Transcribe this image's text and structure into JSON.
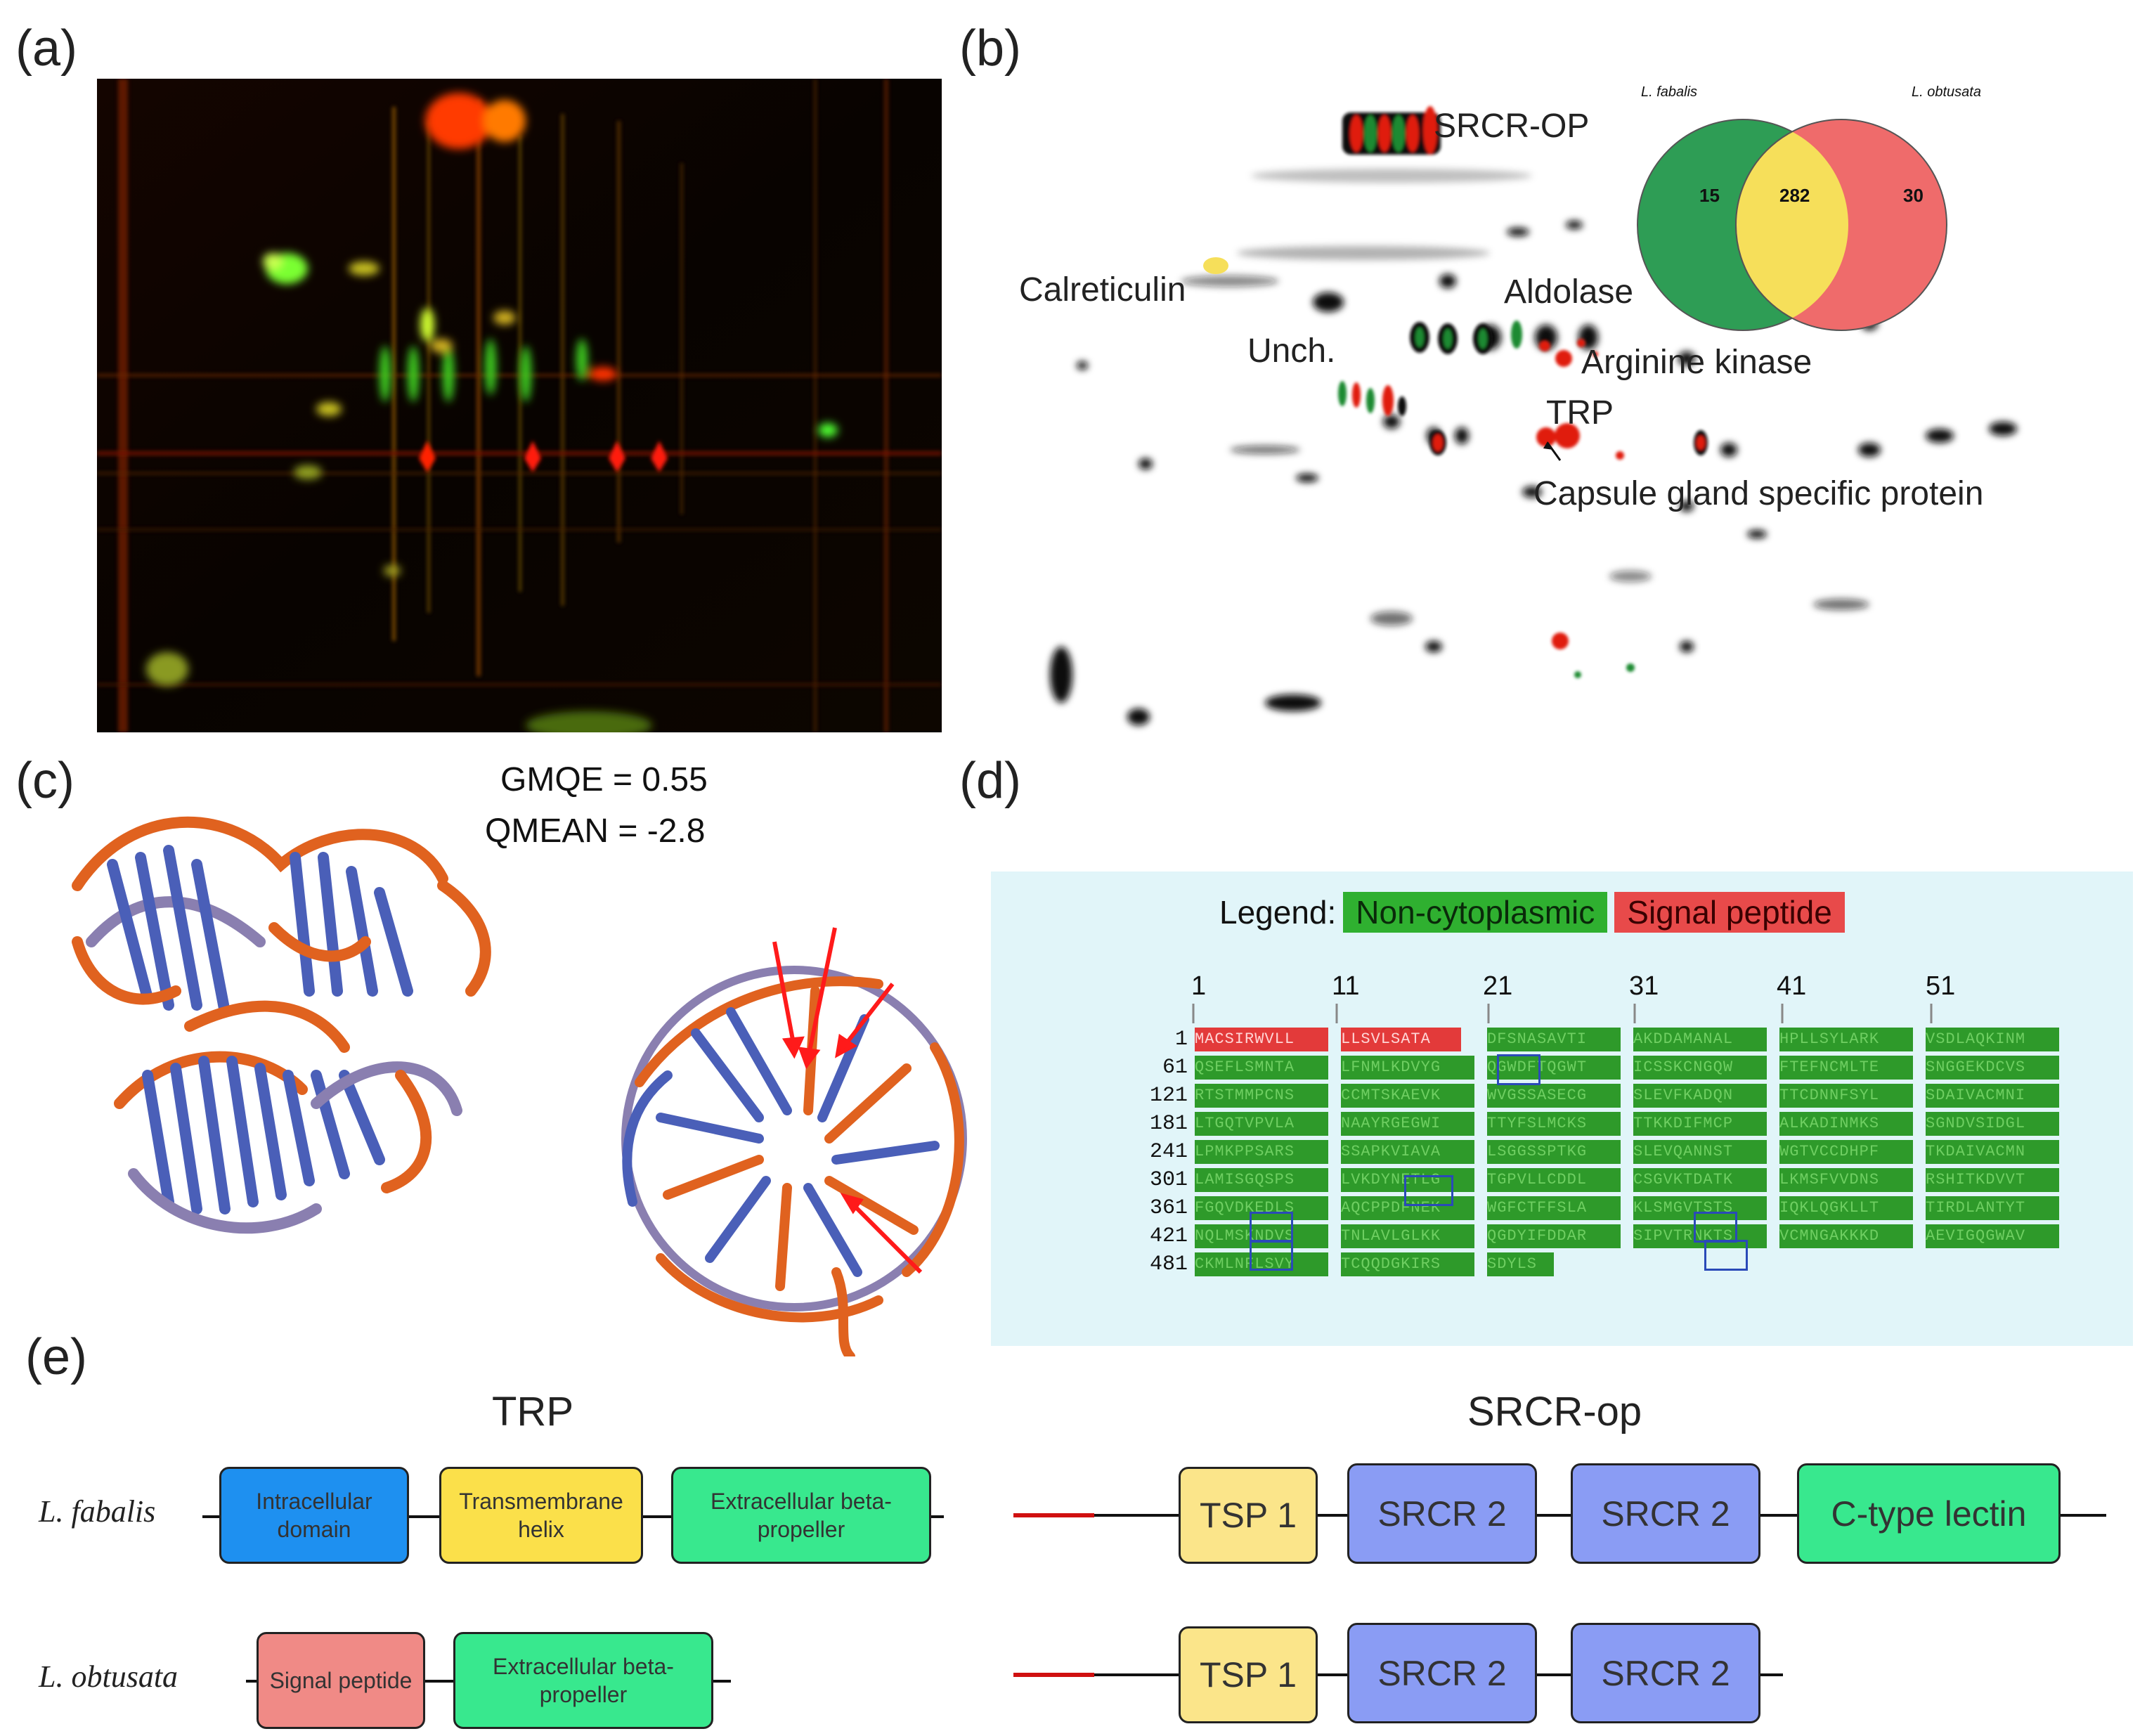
{
  "panels": {
    "a": {
      "label": "(a)"
    },
    "b": {
      "label": "(b)",
      "annotations": {
        "srcr_op": "SRCR-OP",
        "calreticulin": "Calreticulin",
        "aldolase": "Aldolase",
        "unch": "Unch.",
        "arginine_kinase": "Arginine kinase",
        "trp": "TRP",
        "capsule": "Capsule gland specific protein"
      },
      "venn": {
        "left_title": "L. fabalis",
        "right_title": "L. obtusata",
        "left_only": "15",
        "shared": "282",
        "right_only": "30",
        "colors": {
          "left": "#2e9d55",
          "shared": "#f6df5a",
          "right": "#ef6b6b"
        }
      }
    },
    "c": {
      "label": "(c)",
      "gmqe": "GMQE = 0.55",
      "qmean": "QMEAN = -2.8"
    },
    "d": {
      "label": "(d)",
      "legend": {
        "title": "Legend:",
        "non_cyto": "Non-cytoplasmic",
        "signal": "Signal peptide"
      },
      "ruler": [
        "1",
        "11",
        "21",
        "31",
        "41",
        "51"
      ],
      "rows": [
        {
          "n": "1",
          "blocks": [
            "MACSIRWVLL",
            "LLSVLSATA",
            "DFSNASAVTI",
            "AKDDAMANAL",
            "HPLLSYLARK",
            "VSDLAQKINM"
          ]
        },
        {
          "n": "61",
          "blocks": [
            "QSEFLSMNTA",
            "LFNMLKDVYG",
            "QGWDFTQGWT",
            "ICSSKCNGQW",
            "FTEFNCMLTE",
            "SNGGEKDCVS"
          ]
        },
        {
          "n": "121",
          "blocks": [
            "RTSTMMPCNS",
            "CCMTSKAEVK",
            "WVGSSASECG",
            "SLEVFKADQN",
            "TTCDNNFSYL",
            "SDAIVACMNI"
          ]
        },
        {
          "n": "181",
          "blocks": [
            "LTGQTVPVLA",
            "NAAYRGEGWI",
            "TTYFSLMCKS",
            "TTKKDIFMCP",
            "ALKADINMKS",
            "SGNDVSIDGL"
          ]
        },
        {
          "n": "241",
          "blocks": [
            "LPMKPPSARS",
            "SSAPKVIAVA",
            "LSGGSSPTKG",
            "SLEVQANNST",
            "WGTVCCDHPF",
            "TKDAIVACMN"
          ]
        },
        {
          "n": "301",
          "blocks": [
            "LAMISGQSPS",
            "LVKDYNETLG",
            "TGPVLLCDDL",
            "CSGVKTDATK",
            "LKMSFVVDNS",
            "RSHITKDVVT"
          ]
        },
        {
          "n": "361",
          "blocks": [
            "FGQVDKEDLS",
            "AQCPPDFNEK",
            "WGFCTFFSLA",
            "KLSMGVTSTS",
            "IQKLQGKLLT",
            "TIRDLANTYT"
          ]
        },
        {
          "n": "421",
          "blocks": [
            "NQLMSKNDVS",
            "TNLAVLGLKK",
            "QGDYIFDDAR",
            "SIPVTRNKTS",
            "VCMNGAKKKD",
            "AEVIGQGWAV"
          ]
        },
        {
          "n": "481",
          "blocks": [
            "CKMLNFLSVY",
            "TCQQDGKIRS",
            "SDYLS"
          ]
        }
      ]
    },
    "e": {
      "label": "(e)",
      "trp": {
        "title": "TRP",
        "fabalis": {
          "species": "L. fabalis",
          "domains": [
            "Intracellular domain",
            "Transmembrane helix",
            "Extracellular beta-propeller"
          ]
        },
        "obtusata": {
          "species": "L. obtusata",
          "domains": [
            "Signal peptide",
            "Extracellular beta-propeller"
          ]
        }
      },
      "srcr": {
        "title": "SRCR-op",
        "row1": [
          "TSP 1",
          "SRCR 2",
          "SRCR 2",
          "C-type lectin"
        ],
        "row2": [
          "TSP 1",
          "SRCR 2",
          "SRCR 2"
        ]
      }
    }
  }
}
